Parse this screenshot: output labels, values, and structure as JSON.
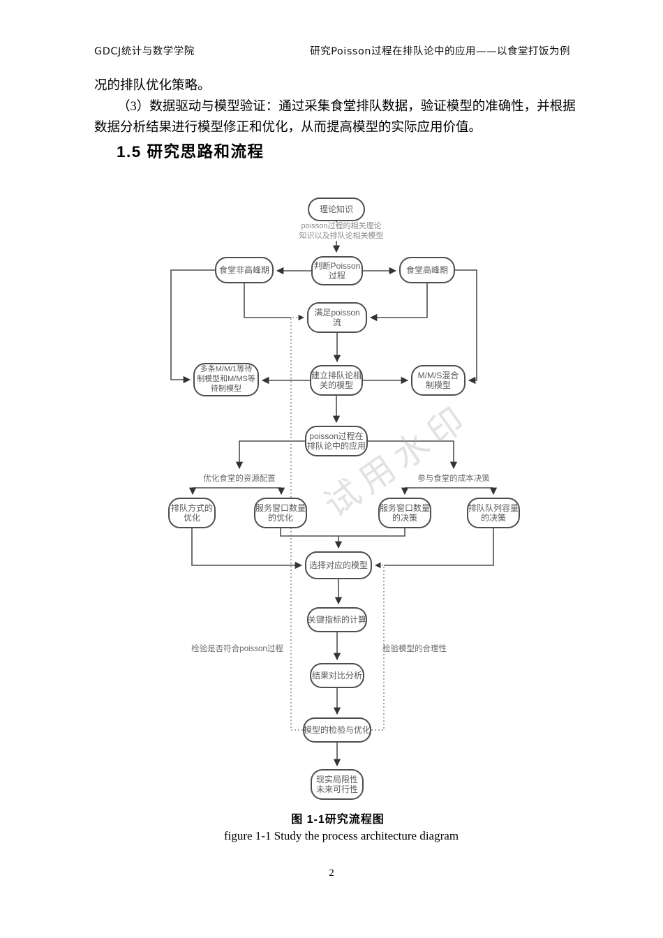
{
  "header": {
    "left": "GDCJ统计与数学学院",
    "right": "研究Poisson过程在排队论中的应用——以食堂打饭为例"
  },
  "body": {
    "lines": [
      "况的排队优化策略。",
      "（3）数据驱动与模型验证：通过采集食堂排队数据，验证模型的准确性，并根据",
      "数据分析结果进行模型修正和优化，从而提高模型的实际应用价值。"
    ],
    "heading": "1.5 研究思路和流程"
  },
  "diagram": {
    "watermark": "试用水印",
    "colors": {
      "line": "#4d4d4d",
      "node_text": "#595959",
      "note_text": "#8c8c8c"
    },
    "nodes": {
      "theory": [
        "理论知识"
      ],
      "theory_note": [
        "poisson过程的相关理论",
        "知识以及排队论相关模型"
      ],
      "judge": [
        "判断Poisson",
        "过程"
      ],
      "offpeak": [
        "食堂非高峰期"
      ],
      "peak": [
        "食堂高峰期"
      ],
      "flow": [
        "满足poisson",
        "流"
      ],
      "mm1": [
        "多条M/M/1等待",
        "制模型和M/MS等",
        "待制模型"
      ],
      "build": [
        "建立排队论相",
        "关的模型"
      ],
      "mms": [
        "M/M/S混合",
        "制模型"
      ],
      "application": [
        "poisson过程在",
        "排队论中的应用"
      ],
      "branch_left": [
        "优化食堂的资源配置"
      ],
      "branch_right": [
        "参与食堂的成本决策"
      ],
      "queue_opt": [
        "排队方式的",
        "优化"
      ],
      "window_opt": [
        "服务窗口数量",
        "的优化"
      ],
      "window_dec": [
        "服务窗口数量",
        "的决策"
      ],
      "capacity_dec": [
        "排队队列容量",
        "的决策"
      ],
      "select": [
        "选择对应的模型"
      ],
      "metrics": [
        "关键指标的计算"
      ],
      "check_left": [
        "检验是否符合poisson过程"
      ],
      "check_right": [
        "检验模型的合理性"
      ],
      "compare": [
        "结果对比分析"
      ],
      "verify": [
        "模型的检验与优化"
      ],
      "limitation": [
        "现实局限性",
        "未来可行性"
      ]
    }
  },
  "captions": {
    "zh": "图  1-1研究流程图",
    "en": "figure  1-1  Study the process architecture diagram"
  },
  "page_number": "2"
}
